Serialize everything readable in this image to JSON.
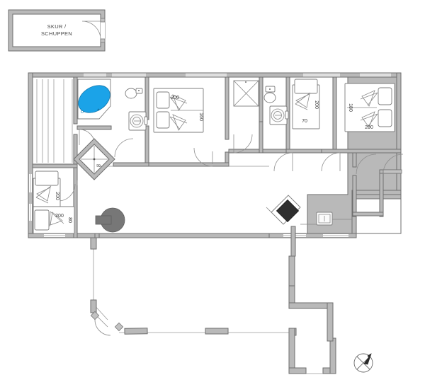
{
  "plan": {
    "title": "Holiday house floor plan",
    "outbuilding": {
      "label": "SKUR /\nSCHUPPEN",
      "label_line1": "SKUR /",
      "label_line2": "SCHUPPEN"
    },
    "rooms": [
      {
        "id": "sauna",
        "name": "sauna"
      },
      {
        "id": "bathroom-1",
        "name": "bathroom-with-whirlpool"
      },
      {
        "id": "hall",
        "name": "hall"
      },
      {
        "id": "bedroom-1",
        "name": "bedroom-double-front-left"
      },
      {
        "id": "bathroom-2",
        "name": "bathroom-with-shower"
      },
      {
        "id": "bedroom-2",
        "name": "bedroom-single"
      },
      {
        "id": "bedroom-3",
        "name": "bedroom-double-right"
      },
      {
        "id": "bedroom-4",
        "name": "bedroom-twin-bottom-left"
      },
      {
        "id": "living-room",
        "name": "living-room"
      },
      {
        "id": "terrace",
        "name": "terrace"
      }
    ],
    "furniture": [
      {
        "name": "whirlpool-corner-bath",
        "color": "#1ba3e8"
      },
      {
        "name": "sauna-benches"
      },
      {
        "name": "toilet"
      },
      {
        "name": "washbasin-with-mirror"
      },
      {
        "name": "shower-cabin-square"
      },
      {
        "name": "shower-cabin-diamond"
      },
      {
        "name": "wood-stove"
      },
      {
        "name": "television"
      },
      {
        "name": "round-table"
      }
    ],
    "bed_dimensions": [
      {
        "bed": "bedroom-1-double",
        "length": "200",
        "width": "160"
      },
      {
        "bed": "bedroom-2-single",
        "length": "200",
        "width": "70"
      },
      {
        "bed": "bedroom-3-double",
        "length": "200",
        "width": "180"
      },
      {
        "bed": "bedroom-4-single-upper",
        "length": "200",
        "width": "80"
      },
      {
        "bed": "bedroom-4-single-lower",
        "length": "200",
        "width": "80"
      }
    ],
    "dims": {
      "d200_a": "200",
      "d160": "160",
      "d200_b": "200",
      "d70": "70",
      "d180": "180",
      "d200_c": "200",
      "d200_d": "200",
      "d80_a": "80",
      "d200_e": "200",
      "d80_b": "80"
    },
    "compass": {
      "name": "compass-rose",
      "north_label": ""
    },
    "colors": {
      "wall_fill": "#b9b9b9",
      "wall_stroke": "#6e6e6e",
      "water": "#1ba3e8",
      "stove": "#2f2f2f",
      "table": "#777777",
      "text": "#4a4a4a",
      "background": "#ffffff"
    }
  }
}
